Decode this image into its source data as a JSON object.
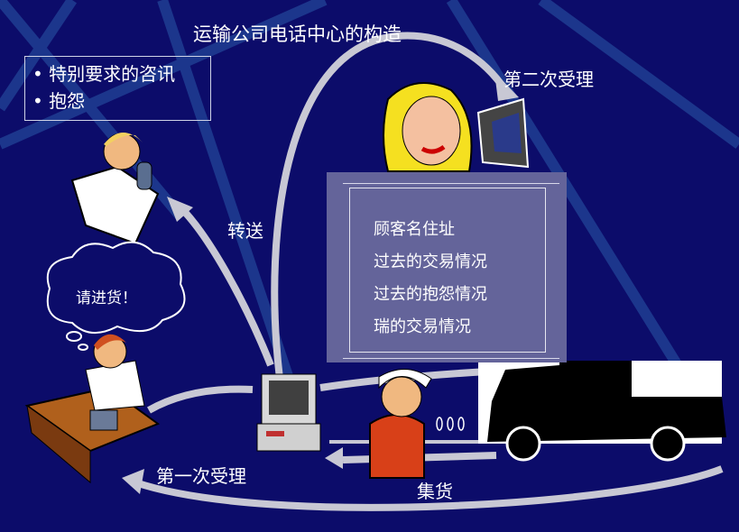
{
  "title": "运输公司电话中心的构造",
  "callout": {
    "items": [
      "特别要求的咨讯",
      "抱怨"
    ]
  },
  "labels": {
    "second_accept": "第二次受理",
    "transfer": "转送",
    "first_accept": "第一次受理",
    "pickup": "集货",
    "cloud": "请进货！"
  },
  "info_box": {
    "items": [
      "顾客名住址",
      "过去的交易情况",
      "过去的抱怨情况",
      "瑞的交易情况"
    ]
  },
  "colors": {
    "background": "#0c0c6a",
    "box": "#64649a",
    "arrow": "#c8c8d4"
  }
}
